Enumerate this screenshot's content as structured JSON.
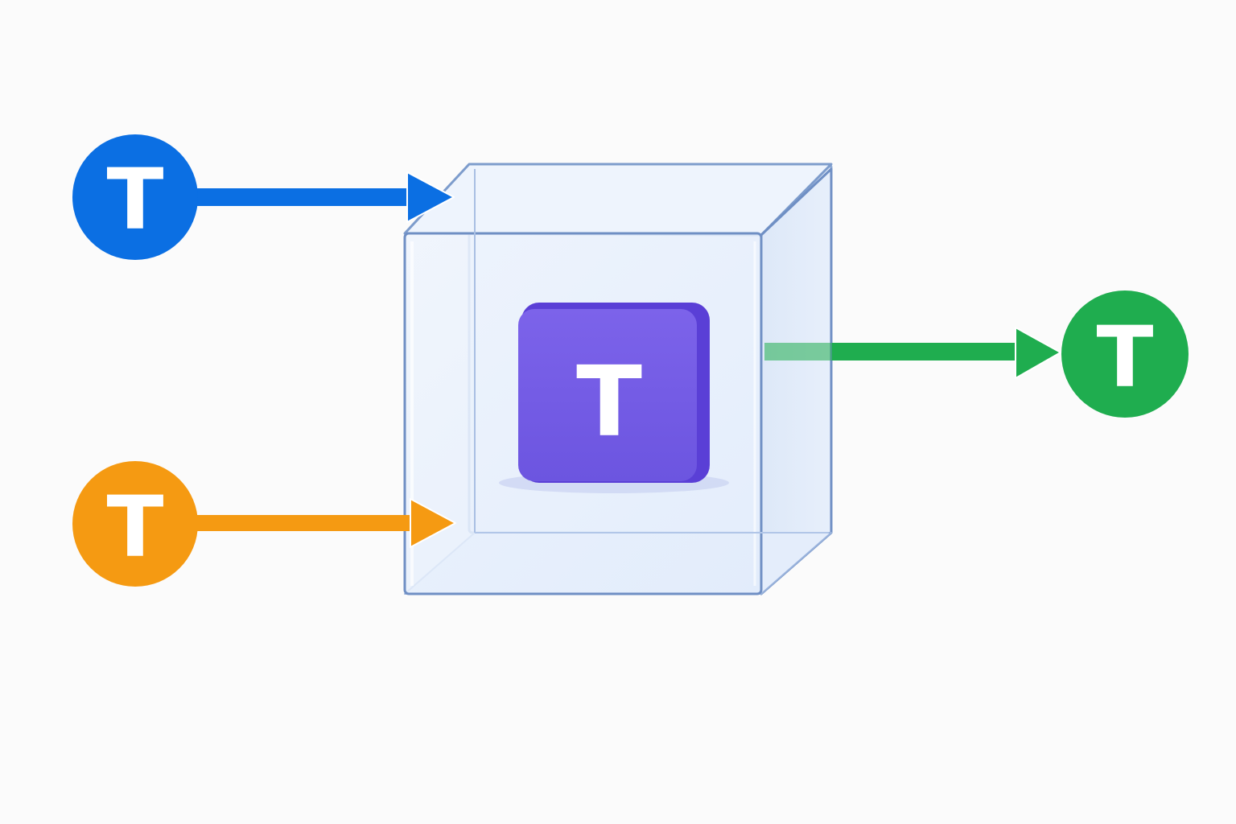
{
  "diagram": {
    "background": "#fbfbfb",
    "inputs": [
      {
        "id": "input-blue",
        "letter": "T",
        "color": "#0b6fe3"
      },
      {
        "id": "input-orange",
        "letter": "T",
        "color": "#f59a12"
      }
    ],
    "core": {
      "letter": "T",
      "color": "#7459e3",
      "edge_color": "#5a3fd6"
    },
    "container": {
      "fill": "#e6effc",
      "stroke": "#6f8fc4"
    },
    "output": {
      "id": "output-green",
      "letter": "T",
      "color": "#1fad4f"
    }
  }
}
